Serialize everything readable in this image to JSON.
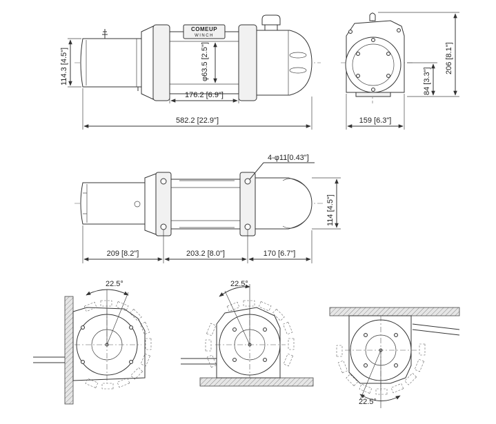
{
  "logo": {
    "line1": "COMEUP",
    "line2": "WINCH"
  },
  "top_view": {
    "overall_length": "582.2 [22.9\"]",
    "drum_length": "176.2 [6.9\"]",
    "drum_diameter": "φ63.5 [2.5\"]",
    "motor_height": "114.3 [4.5\"]"
  },
  "side_view": {
    "height": "206 [8.1\"]",
    "center_height": "84 [3.3\"]",
    "width": "159 [6.3\"]"
  },
  "front_view": {
    "mount_holes": "4-φ11[0.43\"]",
    "height": "114 [4.5\"]",
    "seg_left": "209 [8.2\"]",
    "seg_mid": "203.2 [8.0\"]",
    "seg_right": "170 [6.7\"]"
  },
  "mounting_views": [
    {
      "angle": "22.5°"
    },
    {
      "angle": "22.5°"
    },
    {
      "angle": "22.5°"
    }
  ]
}
